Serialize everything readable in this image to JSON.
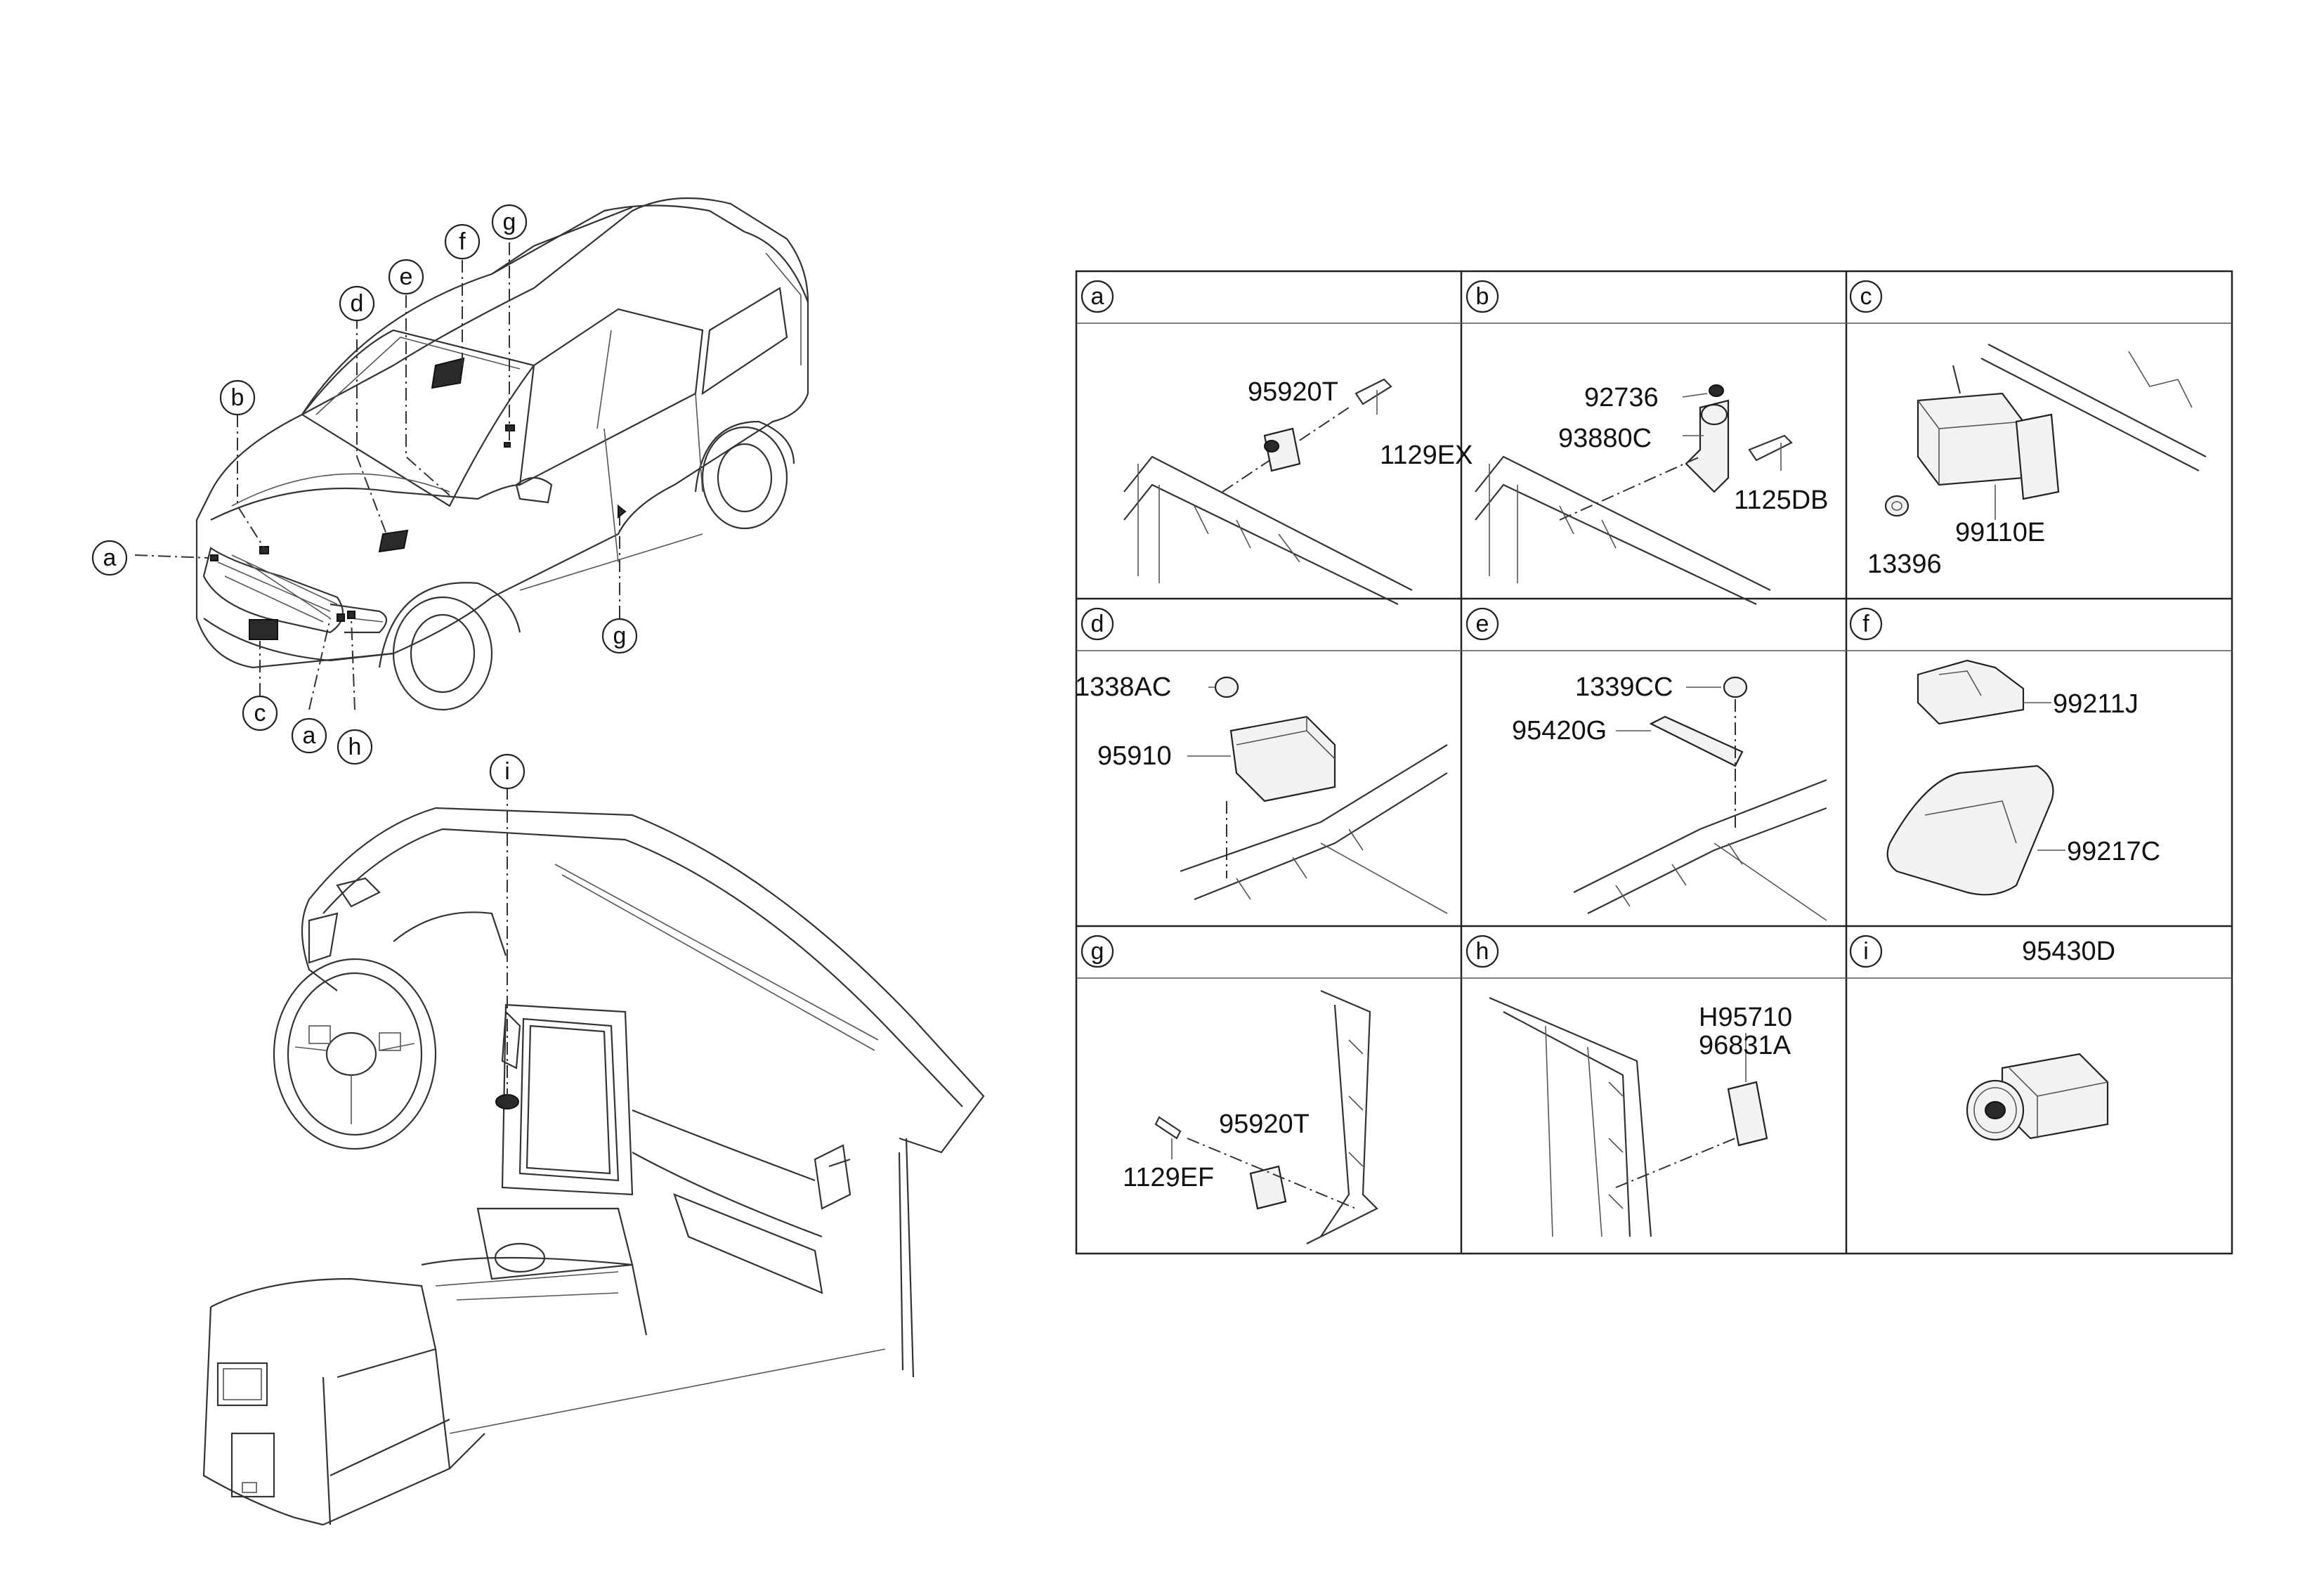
{
  "callouts": {
    "vehicle": [
      "a",
      "b",
      "c",
      "d",
      "e",
      "f",
      "g",
      "g",
      "a",
      "h"
    ],
    "dashboard": [
      "i"
    ]
  },
  "panels": [
    {
      "letter": "a",
      "parts": [
        "95920T",
        "1129EX"
      ]
    },
    {
      "letter": "b",
      "parts": [
        "92736",
        "93880C",
        "1125DB"
      ]
    },
    {
      "letter": "c",
      "parts": [
        "99110E",
        "13396"
      ]
    },
    {
      "letter": "d",
      "parts": [
        "1338AC",
        "95910"
      ]
    },
    {
      "letter": "e",
      "parts": [
        "1339CC",
        "95420G"
      ]
    },
    {
      "letter": "f",
      "parts": [
        "99211J",
        "99217C"
      ]
    },
    {
      "letter": "g",
      "parts": [
        "95920T",
        "1129EF"
      ]
    },
    {
      "letter": "h",
      "parts": [
        "H95710",
        "96831A"
      ]
    },
    {
      "letter": "i",
      "parts": [
        "95430D"
      ]
    }
  ]
}
